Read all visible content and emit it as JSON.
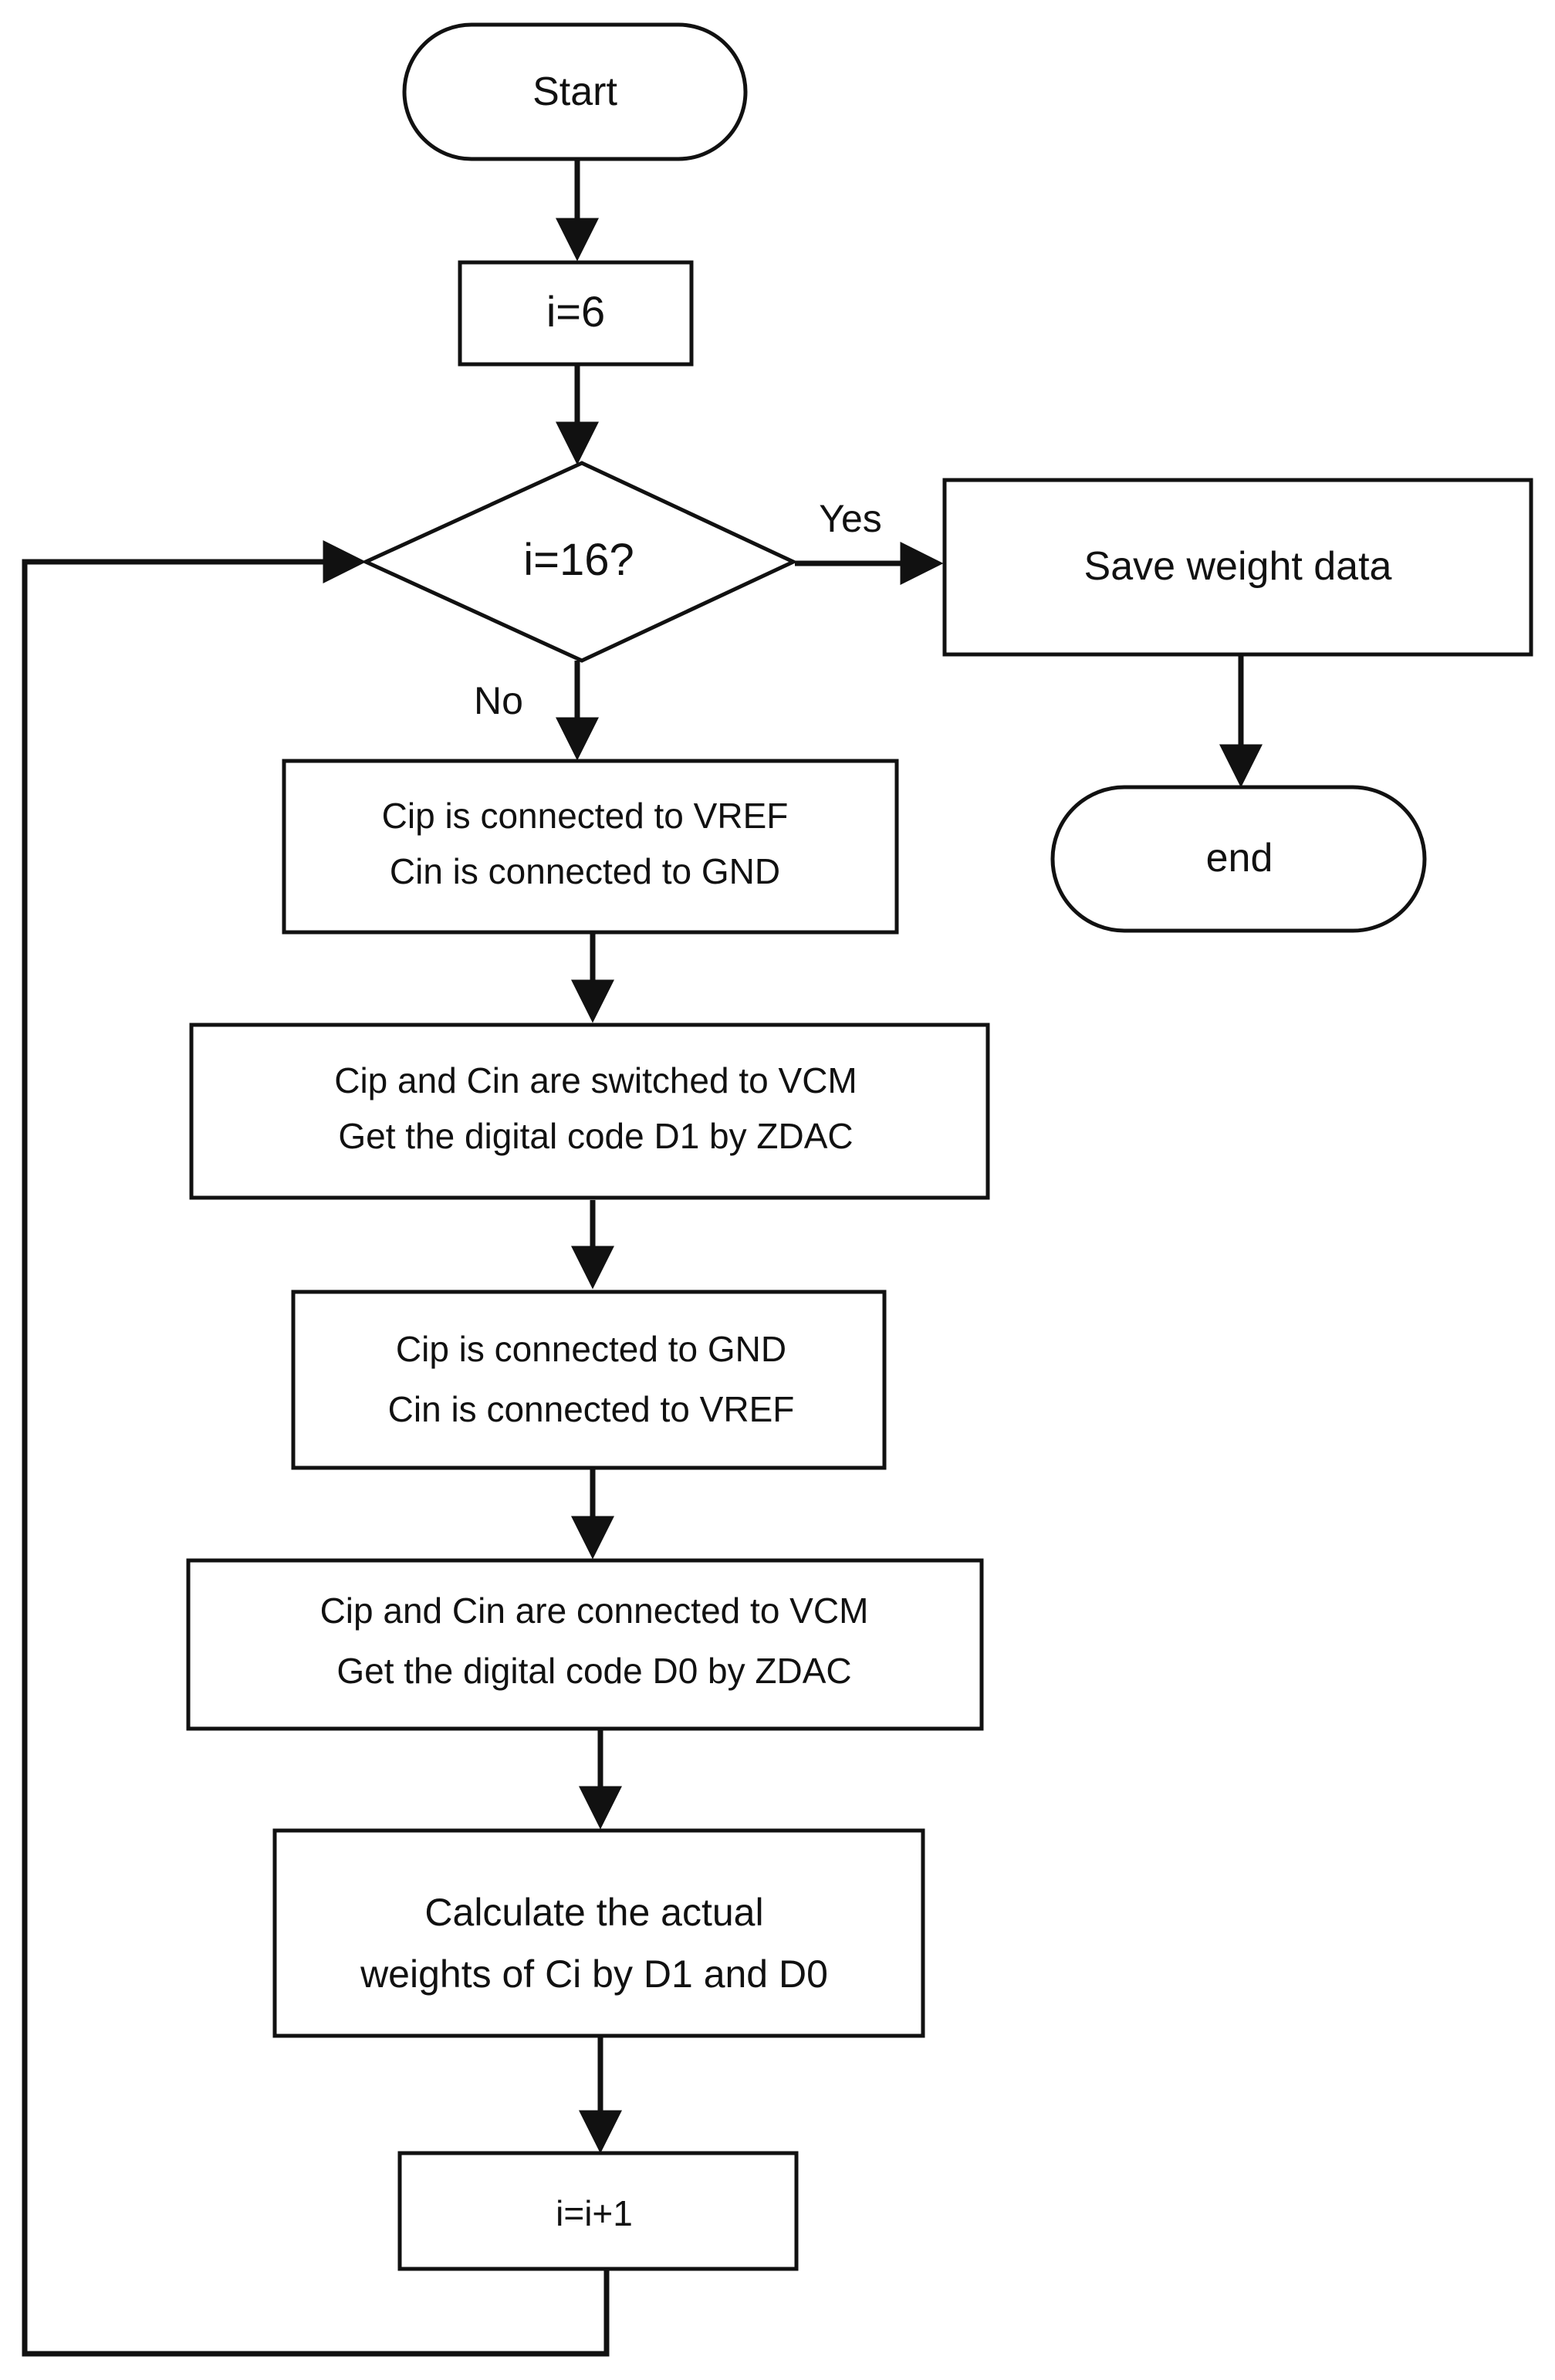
{
  "diagram": {
    "nodes": {
      "start": {
        "lines": [
          "Start"
        ]
      },
      "init": {
        "lines": [
          "i=6"
        ]
      },
      "decision": {
        "lines": [
          "i=16?"
        ]
      },
      "save": {
        "lines": [
          "Save weight data"
        ]
      },
      "end": {
        "lines": [
          "end"
        ]
      },
      "step1": {
        "lines": [
          "Cip is connected to VREF",
          "Cin is connected to GND"
        ]
      },
      "step2": {
        "lines": [
          "Cip and Cin are switched to VCM",
          "Get the digital code D1 by ZDAC"
        ]
      },
      "step3": {
        "lines": [
          "Cip is connected to GND",
          "Cin is connected to VREF"
        ]
      },
      "step4": {
        "lines": [
          "Cip and Cin are connected to VCM",
          "Get the digital code D0 by ZDAC"
        ]
      },
      "step5": {
        "lines": [
          "Calculate the actual",
          "weights of Ci by D1 and D0"
        ]
      },
      "increment": {
        "lines": [
          "i=i+1"
        ]
      }
    },
    "edge_labels": {
      "yes": "Yes",
      "no": "No"
    },
    "colors": {
      "stroke": "#111111",
      "fill": "#ffffff",
      "text": "#111111"
    }
  }
}
